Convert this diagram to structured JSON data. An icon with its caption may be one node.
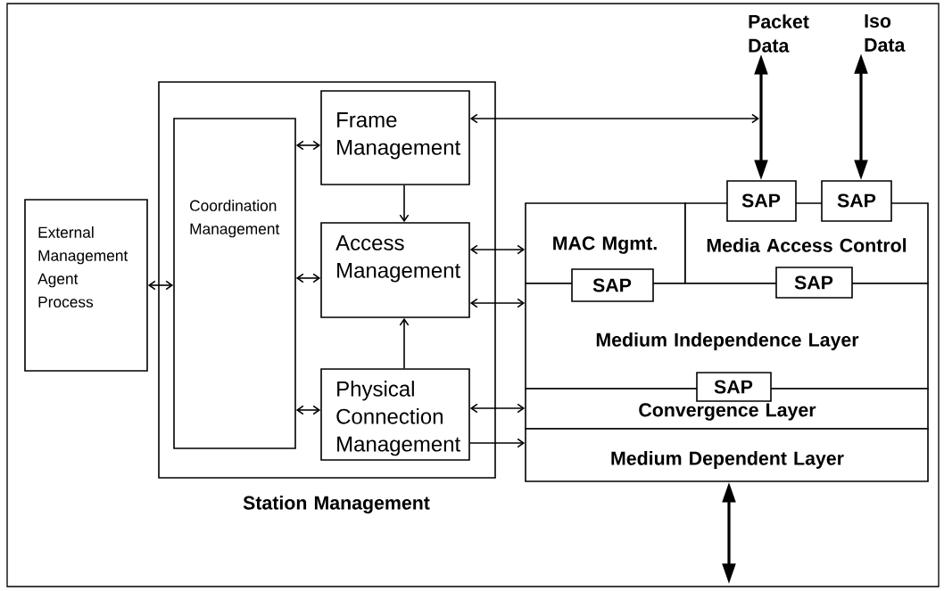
{
  "diagram": {
    "nodes": [
      {
        "text": [
          "External Management Agent Process"
        ]
      },
      {
        "text": [
          "Station Management"
        ]
      },
      {
        "text": [
          "Coordination Management"
        ],
        "in": 1
      },
      {
        "text": [
          "Frame Management"
        ],
        "in": 1
      },
      {
        "text": [
          "Access Management"
        ],
        "in": 1
      },
      {
        "text": [
          "Physical Connection Management"
        ],
        "in": 1
      },
      {
        "text": [
          "Packet Data"
        ]
      },
      {
        "text": [
          "Iso Data"
        ]
      },
      {
        "text": [
          "SAP"
        ]
      },
      {
        "text": [
          "SAP"
        ]
      },
      {
        "text": [
          "MAC Mgmt."
        ]
      },
      {
        "text": [
          "Media Access Control"
        ]
      },
      {
        "text": [
          "SAP"
        ]
      },
      {
        "text": [
          "SAP"
        ]
      },
      {
        "text": [
          "Medium Independence Layer"
        ]
      },
      {
        "text": [
          "SAP"
        ]
      },
      {
        "text": [
          "Convergence Layer"
        ]
      },
      {
        "text": [
          "Medium Dependent Layer"
        ]
      }
    ],
    "edges": [
      {
        "from": 0,
        "to": 2,
        "arrow": "both"
      },
      {
        "from": 2,
        "to": 3,
        "arrow": "both"
      },
      {
        "from": 2,
        "to": 4,
        "arrow": "both"
      },
      {
        "from": 2,
        "to": 5,
        "arrow": "both"
      },
      {
        "from": 3,
        "to": 4,
        "arrow": "to"
      },
      {
        "from": 5,
        "to": 4,
        "arrow": "to"
      },
      {
        "from": 3,
        "to": null,
        "arrow": "both"
      },
      {
        "from": 6,
        "to": 8,
        "arrow": "both",
        "style": "thick"
      },
      {
        "from": 7,
        "to": 9,
        "arrow": "both",
        "style": "thick"
      },
      {
        "from": 4,
        "to": 10,
        "arrow": "both"
      },
      {
        "from": 4,
        "to": 14,
        "arrow": "both"
      },
      {
        "from": 5,
        "to": 16,
        "arrow": "both"
      },
      {
        "from": 5,
        "to": 17,
        "arrow": "to"
      },
      {
        "from": 17,
        "to": null,
        "arrow": "both",
        "style": "thick"
      }
    ]
  }
}
